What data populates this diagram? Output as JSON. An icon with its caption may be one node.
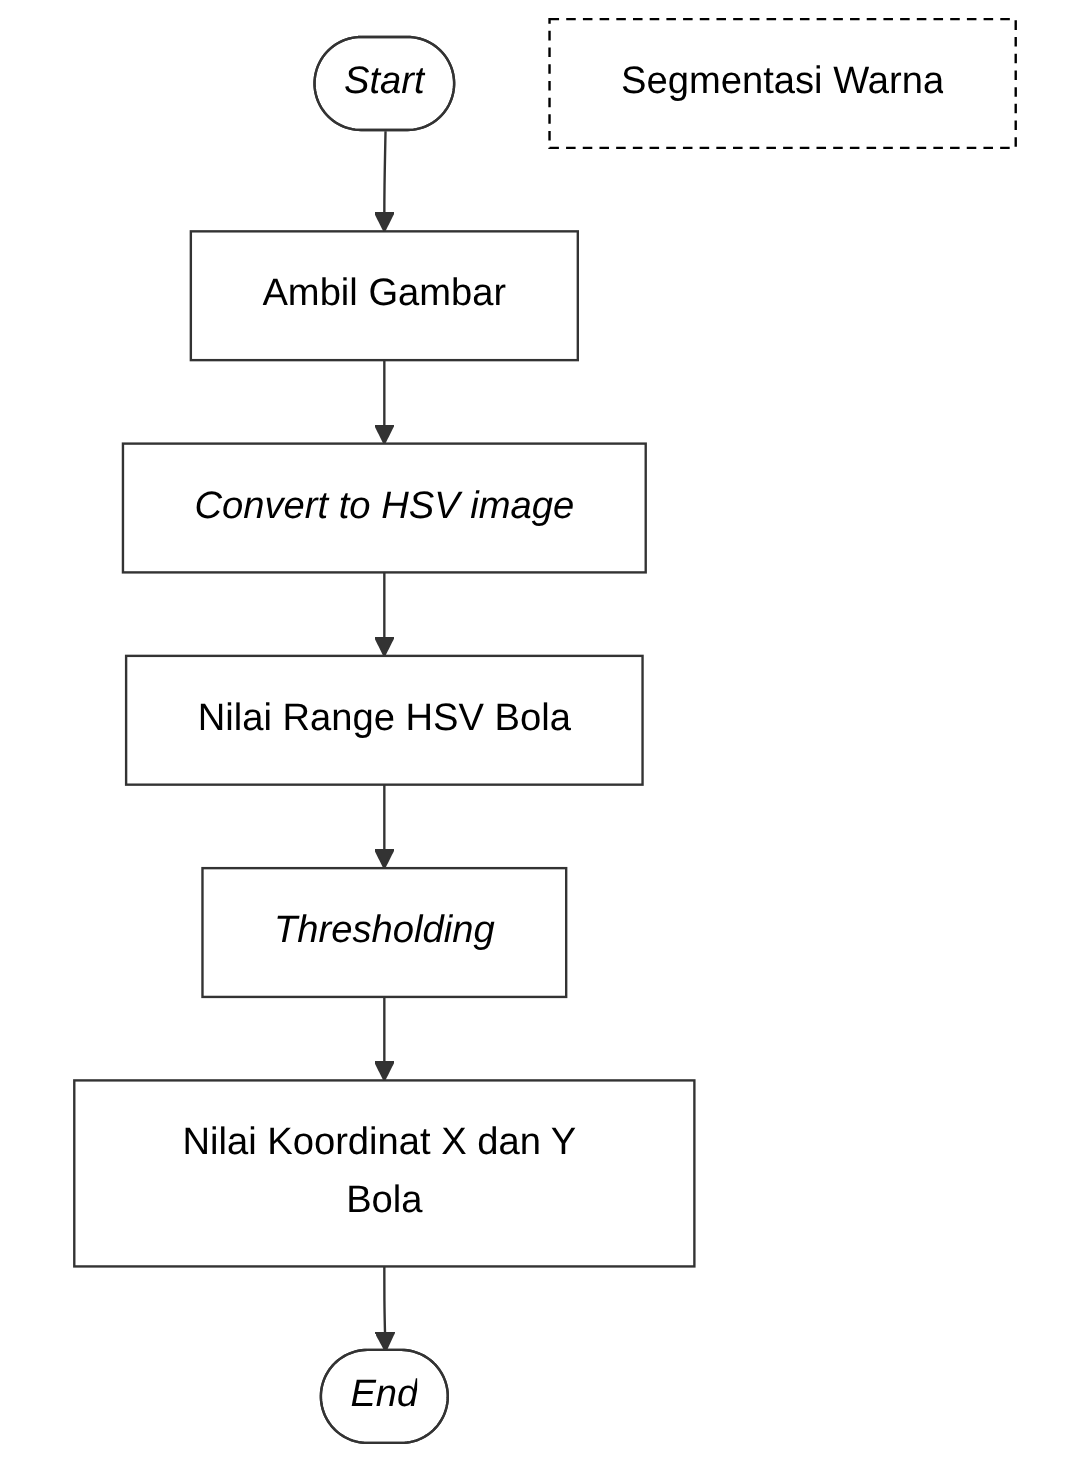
{
  "diagram": {
    "nodes": [
      {
        "text": [
          "Start"
        ]
      },
      {
        "text": [
          "Ambil Gambar"
        ]
      },
      {
        "text": [
          "Convert to HSV image"
        ]
      },
      {
        "text": [
          "Nilai Range HSV Bola"
        ]
      },
      {
        "text": [
          "Thresholding"
        ]
      },
      {
        "text": [
          "Nilai Koordinat X dan Y Bola"
        ]
      },
      {
        "text": [
          "End"
        ]
      },
      {
        "text": [
          "Segmentasi Warna"
        ]
      }
    ],
    "edges": [
      {
        "from": 0,
        "to": 1,
        "arrow": "to"
      },
      {
        "from": 1,
        "to": 2,
        "arrow": "to"
      },
      {
        "from": 2,
        "to": 3,
        "arrow": "to"
      },
      {
        "from": 3,
        "to": 4,
        "arrow": "to"
      },
      {
        "from": 4,
        "to": 5,
        "arrow": "to"
      },
      {
        "from": 5,
        "to": 6,
        "arrow": "to"
      }
    ]
  }
}
